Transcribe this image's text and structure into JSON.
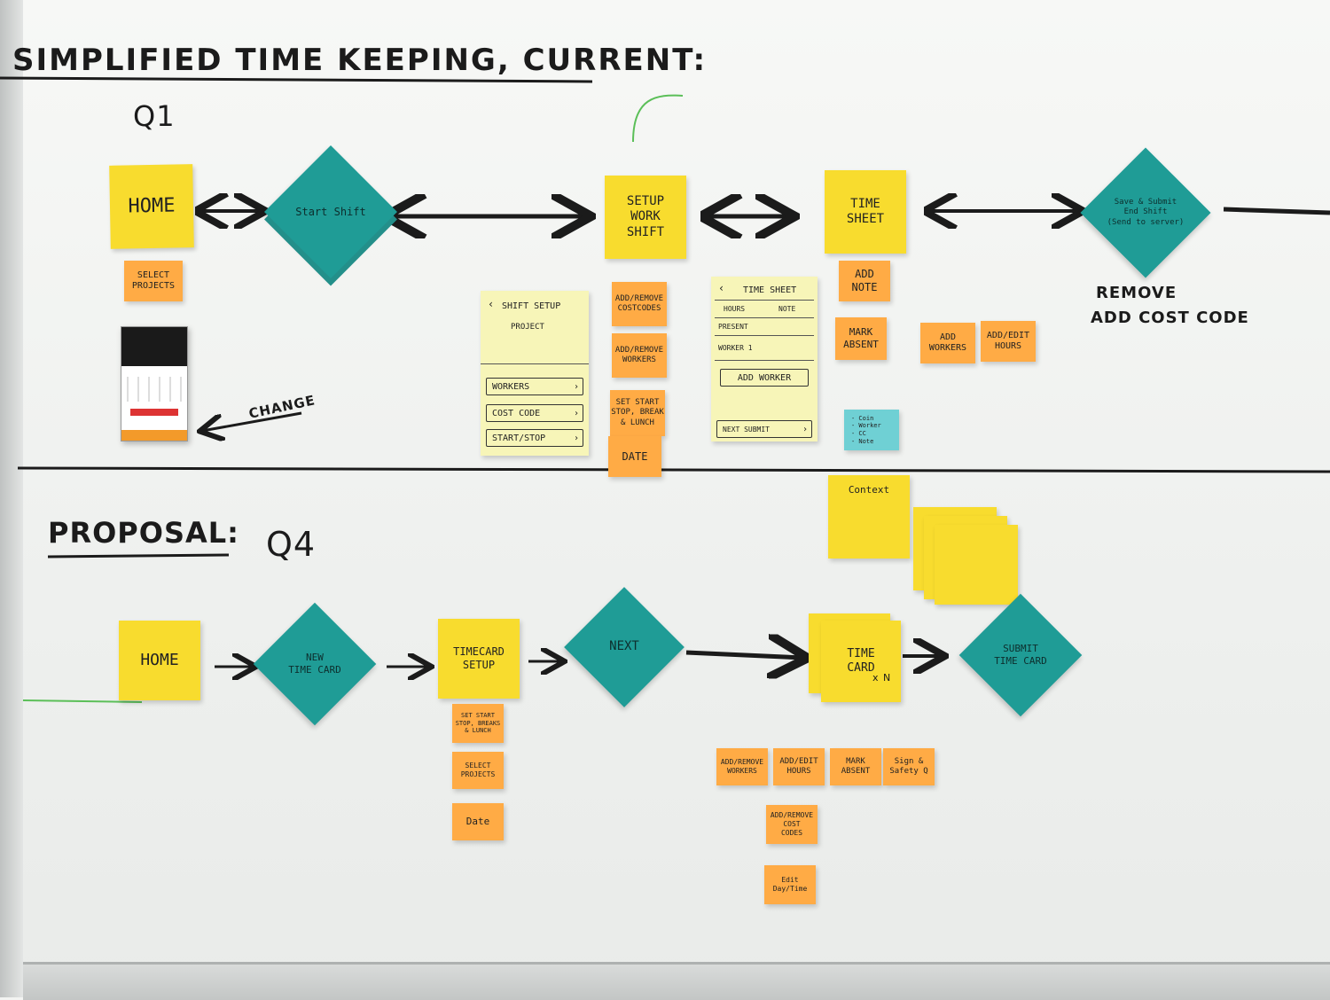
{
  "headings": {
    "current_title": "SIMPLIFIED TIME KEEPING, CURRENT:",
    "current_quarter": "Q1",
    "proposal_title": "PROPOSAL:",
    "proposal_quarter": "Q4"
  },
  "current_flow": {
    "home": "HOME",
    "start_shift": "Start Shift",
    "setup_work_shift": "SETUP\nWORK\nSHIFT",
    "time_sheet": "TIME\nSHEET",
    "save_submit": "Save & Submit\nEnd Shift\n(Send to server)",
    "select_projects": "SELECT\nPROJECTS",
    "change_label": "CHANGE",
    "remove_note_1": "REMOVE",
    "remove_note_2": "ADD COST CODE",
    "setup_notes": [
      "ADD/REMOVE\nCOSTCODES",
      "ADD/REMOVE\nWORKERS",
      "SET START\nSTOP, BREAK\n& LUNCH",
      "DATE"
    ],
    "timesheet_notes": [
      "ADD\nNOTE",
      "MARK\nABSENT"
    ],
    "extra_notes": [
      "ADD\nWORKERS",
      "ADD/EDIT\nHOURS"
    ],
    "blue_note": "- Coin\n- Worker\n- CC\n- Note",
    "context_note": "Context"
  },
  "shift_setup_wireframe": {
    "title": "SHIFT SETUP",
    "subtitle": "PROJECT",
    "rows": [
      "WORKERS",
      "COST CODE",
      "START/STOP"
    ]
  },
  "time_sheet_wireframe": {
    "title": "TIME SHEET",
    "tabs": [
      "HOURS",
      "NOTE"
    ],
    "section": "PRESENT",
    "worker": "WORKER 1",
    "add_button": "ADD WORKER",
    "footer": "NEXT SUBMIT"
  },
  "proposal_flow": {
    "home": "HOME",
    "new_time_card": "NEW\nTIME CARD",
    "timecard_setup": "TIMECARD\nSETUP",
    "next": "NEXT",
    "time_card": "TIME\nCARD",
    "multiplier": "x N",
    "submit_time_card": "SUBMIT\nTIME CARD",
    "setup_notes": [
      "SET START\nSTOP, BREAKS\n& LUNCH",
      "SELECT\nPROJECTS",
      "Date"
    ],
    "card_notes": [
      "ADD/REMOVE\nWORKERS",
      "ADD/EDIT\nHOURS",
      "MARK\nABSENT",
      "Sign &\nSafety Q"
    ],
    "card_notes_lower": [
      "ADD/REMOVE\nCOST\nCODES",
      "Edit\nDay/Time"
    ]
  },
  "colors": {
    "yellow": "#f8dc2e",
    "orange": "#ffab45",
    "teal": "#1f9c96",
    "light_blue": "#6fd0d4",
    "pale_yellow": "#f7f5b8",
    "ink": "#1b1b1b"
  }
}
